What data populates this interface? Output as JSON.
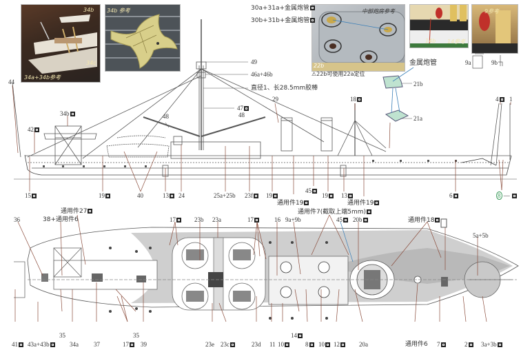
{
  "photos": {
    "p1": {
      "caption_main": "34a+34b参考",
      "caption_top": "34b",
      "caption_mid": "34c"
    },
    "p2": {
      "caption_top": "34b 参考"
    },
    "p3": {
      "caption_top": "中部炮房参考",
      "caption_part": "22b",
      "note": "⚠22b可使用22a定位"
    },
    "p4": {
      "caption_a": "14b",
      "caption_b": "14参考"
    },
    "p5": {
      "caption_top": "9参考"
    }
  },
  "callouts_top": {
    "l30a": "30a+31a+金属炮管",
    "l30b": "30b+31b+金属炮管",
    "l49": "49",
    "l46": "46a+46b",
    "rod": "直径1、长28.5mm胶棒",
    "l47": "47",
    "l48a": "48",
    "l48b": "48",
    "l29": "29",
    "l18": "18",
    "l44": "44",
    "l34b": "34b",
    "l42": "42",
    "l4": "4",
    "l1": "1",
    "barrel": "金属炮管",
    "l21b": "21b",
    "l21a": "21a",
    "l9a": "9a",
    "l9b": "9b"
  },
  "side_view_bottom": {
    "l15": "15",
    "l19a": "19",
    "l40": "40",
    "l13a": "13",
    "l24": "24",
    "l25": "25a+25b",
    "l23f": "23f",
    "l19b": "19",
    "common19a": "通用件19",
    "l45": "45",
    "l19c": "19",
    "l13b": "13",
    "common19b": "通用件19",
    "l6": "6",
    "l8": "8"
  },
  "deck_view_top": {
    "l36": "36",
    "l38": "38+通用件6",
    "common27": "通用件27",
    "l17a": "17",
    "l23b": "23b",
    "l23a": "23a",
    "l17b": "17",
    "l16": "16",
    "l9ab": "9a+9b",
    "common7": "通用件7(截取上端5mm)",
    "l45": "45",
    "l20b": "20b",
    "common18": "通用件18",
    "l5": "5a+5b"
  },
  "deck_view_bottom": {
    "l41": "41",
    "l43": "43a+43b",
    "l35a": "35",
    "l34a": "34a",
    "l37": "37",
    "l35b": "35",
    "l17": "17",
    "l39": "39",
    "l23e": "23e",
    "l23c": "23c",
    "l23d": "23d",
    "l11": "11",
    "l10a": "10",
    "l14": "14",
    "l8": "8",
    "l10b": "10",
    "l12": "12",
    "l20a": "20a",
    "common6": "通用件6",
    "l7": "7",
    "l2": "2",
    "l3": "3a+3b"
  },
  "colors": {
    "leader": "#8a4b3a",
    "blue_leader": "#3a7fb8",
    "line": "#555555",
    "deck_shade": "#c8c8c8",
    "part_green": "#bfe3d0"
  }
}
